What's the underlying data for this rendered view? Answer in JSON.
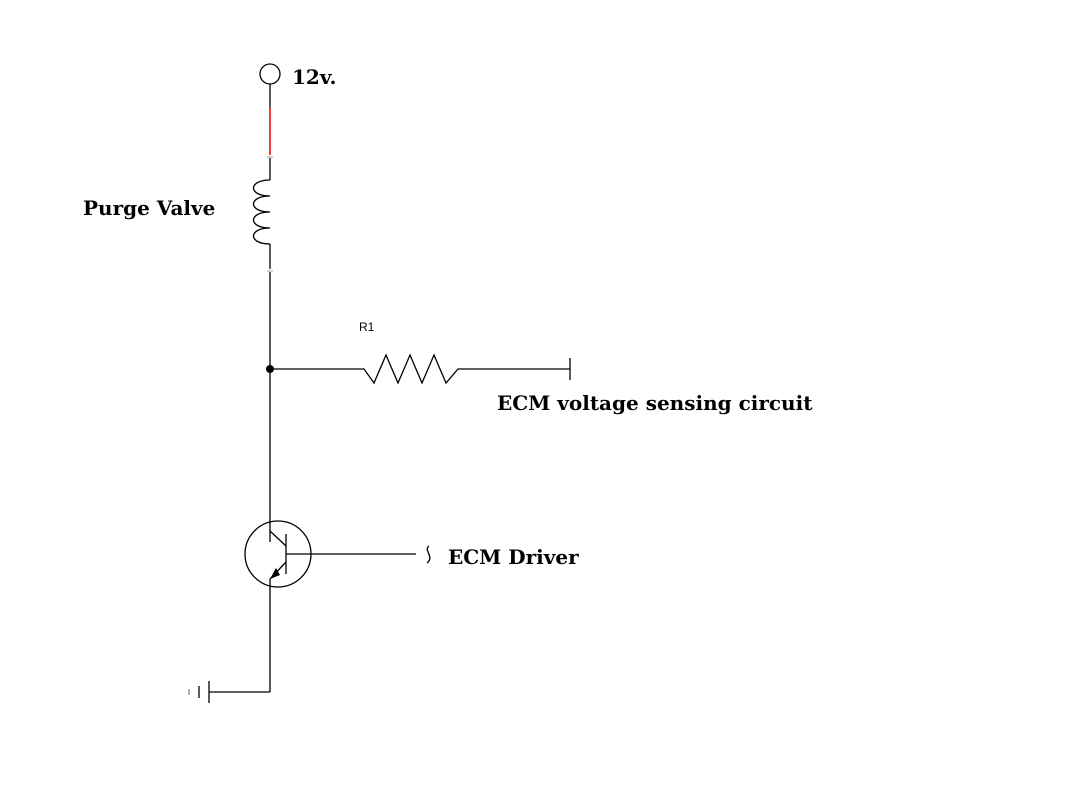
{
  "labels": {
    "supply": "12v.",
    "purge_valve": "Purge Valve",
    "resistor_ref": "R1",
    "ecm_sense": "ECM voltage sensing circuit",
    "ecm_driver": "ECM Driver"
  },
  "colors": {
    "wire": "#000000",
    "supply_wire": "#e00000",
    "background": "#ffffff"
  },
  "icons": {
    "supply_terminal": "circle-terminal-icon",
    "coil": "inductor-coil-icon",
    "resistor": "resistor-zigzag-icon",
    "transistor": "npn-transistor-icon",
    "ground": "ground-symbol-icon",
    "junction": "junction-dot-icon"
  }
}
